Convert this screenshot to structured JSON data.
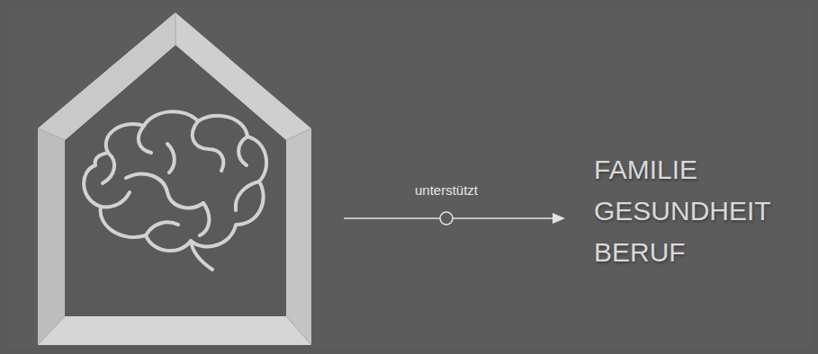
{
  "diagram": {
    "labels": [
      "unterstützt",
      "FAMILIE",
      "GESUNDHEIT",
      "BERUF"
    ]
  }
}
